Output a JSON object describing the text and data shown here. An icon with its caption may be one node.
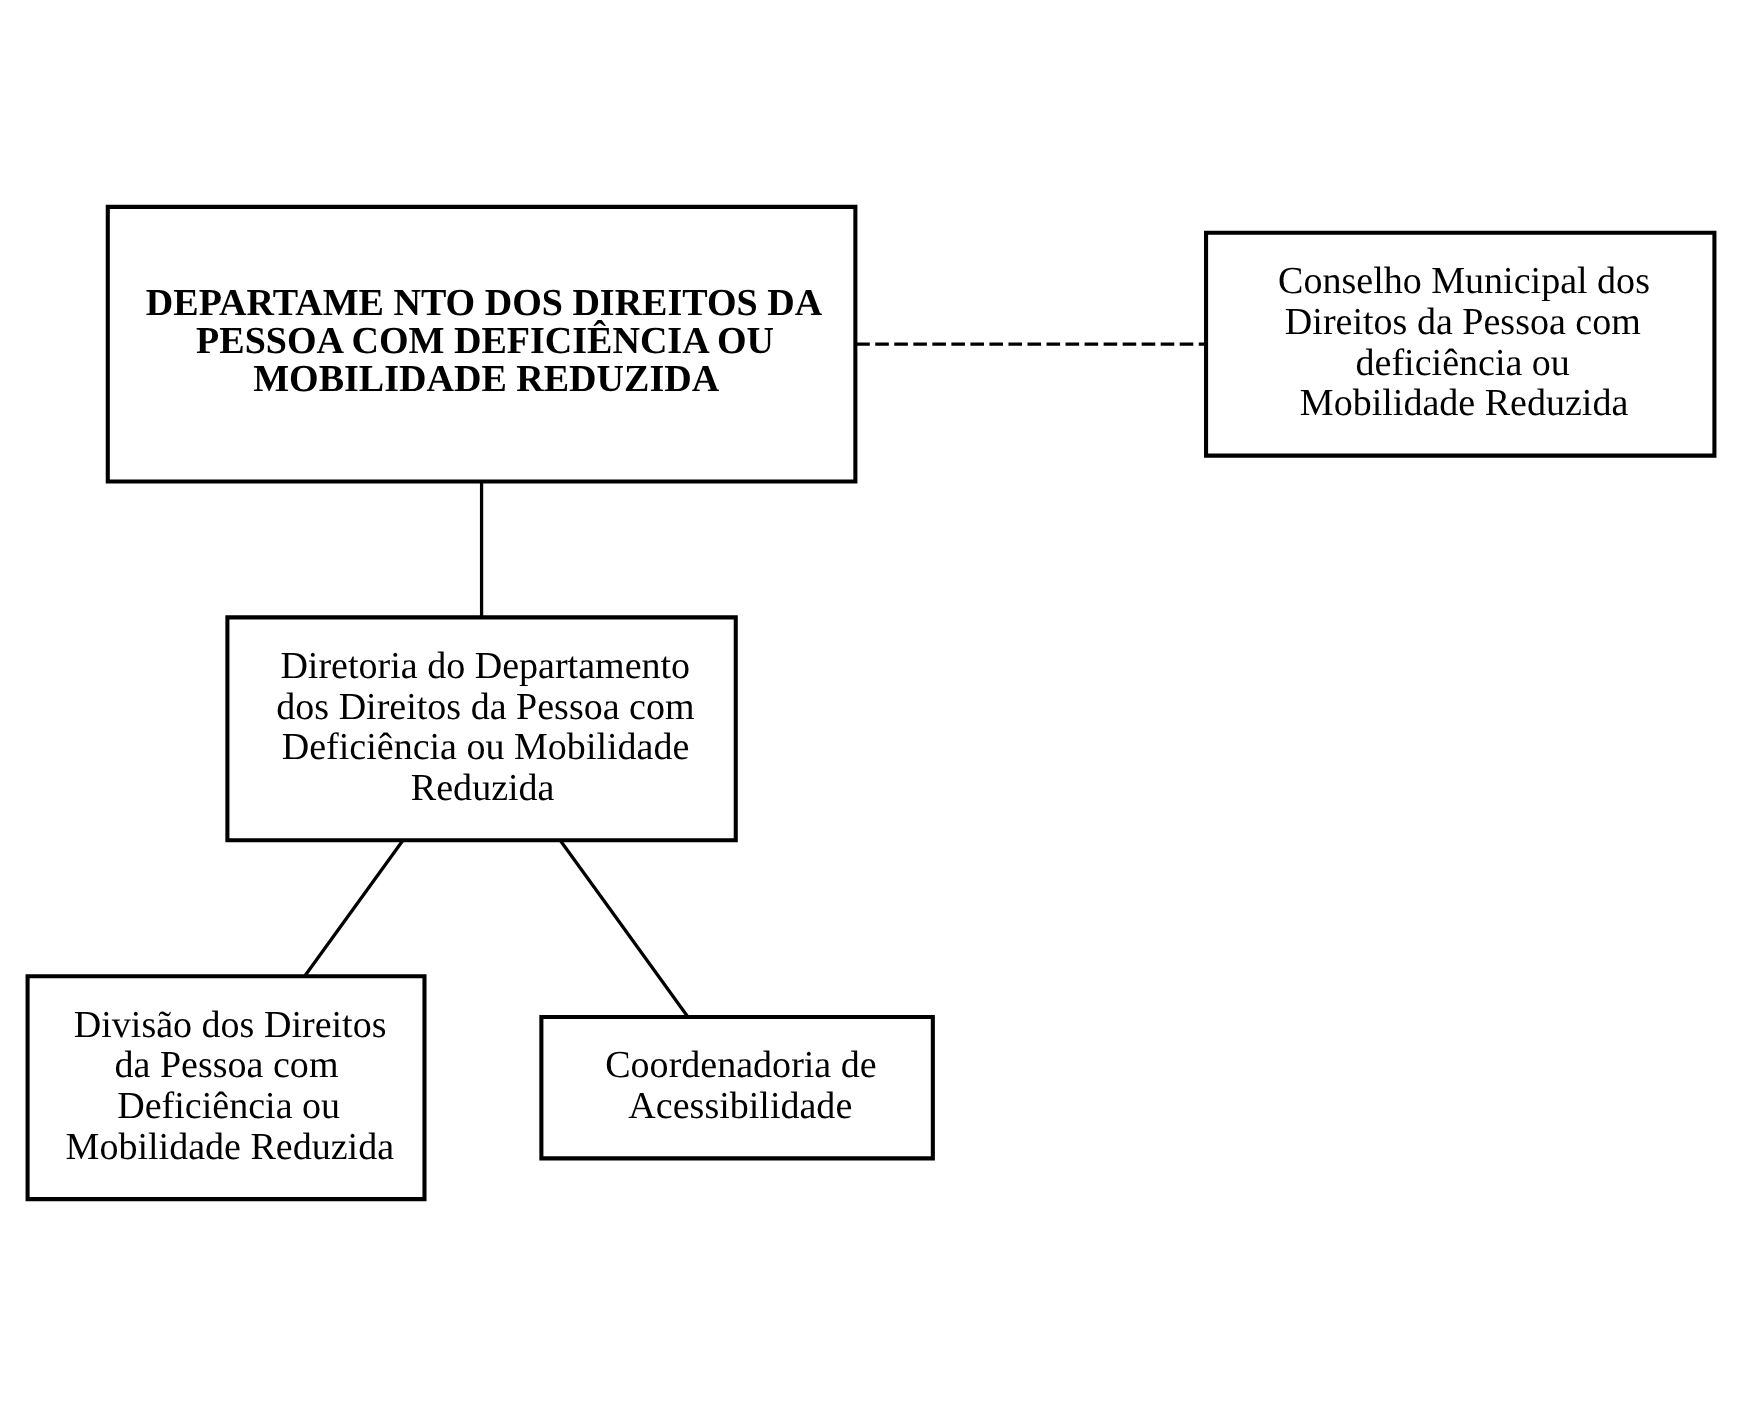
{
  "diagram": {
    "nodes": [
      {
        "text": [
          "DEPARTAME NTO DOS DIREITOS DA PESSOA COM DEFICIÊNCIA OU MOBILIDADE REDUZIDA"
        ]
      },
      {
        "text": [
          "Conselho Municipal dos Direitos da Pessoa com deficiência ou Mobilidade Reduzida"
        ]
      },
      {
        "text": [
          "Diretoria do Departamento dos Direitos da Pessoa com Deficiência ou Mobilidade Reduzida"
        ]
      },
      {
        "text": [
          "Divisão dos Direitos da Pessoa com Deficiência ou Mobilidade Reduzida"
        ]
      },
      {
        "text": [
          "Coordenadoria de Acessibilidade"
        ]
      }
    ],
    "edges": [
      {
        "from": 0,
        "to": 1,
        "arrow": "none",
        "style": "dashed"
      },
      {
        "from": 0,
        "to": 2,
        "arrow": "none"
      },
      {
        "from": 2,
        "to": 3,
        "arrow": "none"
      },
      {
        "from": 2,
        "to": 4,
        "arrow": "none"
      }
    ]
  }
}
